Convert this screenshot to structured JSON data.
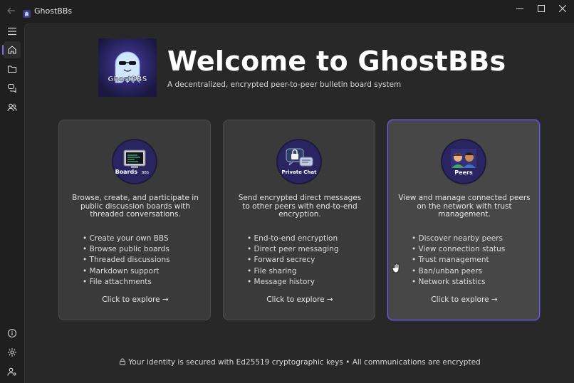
{
  "window": {
    "title": "GhostBBs",
    "back_icon": "back-arrow-icon",
    "controls": [
      "minimize-icon",
      "maximize-icon",
      "close-icon"
    ]
  },
  "sidebar": {
    "top_items": [
      {
        "icon": "menu-icon"
      },
      {
        "icon": "home-icon",
        "active": true
      },
      {
        "icon": "folder-icon"
      },
      {
        "icon": "chat-icon"
      },
      {
        "icon": "peers-icon"
      }
    ],
    "bottom_items": [
      {
        "icon": "info-icon"
      },
      {
        "icon": "gear-icon"
      },
      {
        "icon": "user-settings-icon"
      }
    ]
  },
  "hero": {
    "logo_text": "GhostBBS",
    "title": "Welcome to GhostBBs",
    "subtitle": "A decentralized, encrypted peer-to-peer bulletin board system"
  },
  "cards": [
    {
      "icon_label": "Boards",
      "icon_sub": "BBS",
      "description": "Browse, create, and participate in public discussion boards with threaded conversations.",
      "features": [
        "Create your own BBS",
        "Browse public boards",
        "Threaded discussions",
        "Markdown support",
        "File attachments"
      ],
      "cta": "Click to explore →"
    },
    {
      "icon_label": "Private Chat",
      "description": "Send encrypted direct messages to other peers with end-to-end encryption.",
      "features": [
        "End-to-end encryption",
        "Direct peer messaging",
        "Forward secrecy",
        "File sharing",
        "Message history"
      ],
      "cta": "Click to explore →"
    },
    {
      "icon_label": "Peers",
      "description": "View and manage connected peers on the network with trust management.",
      "features": [
        "Discover nearby peers",
        "View connection status",
        "Trust management",
        "Ban/unban peers",
        "Network statistics"
      ],
      "cta": "Click to explore →"
    }
  ],
  "footer": {
    "text": "Your identity is secured with Ed25519 cryptographic keys • All communications are encrypted"
  },
  "colors": {
    "accent": "#6b5cf0",
    "background": "#282828",
    "card": "#3a3a3a",
    "card_hover": "#474747"
  }
}
